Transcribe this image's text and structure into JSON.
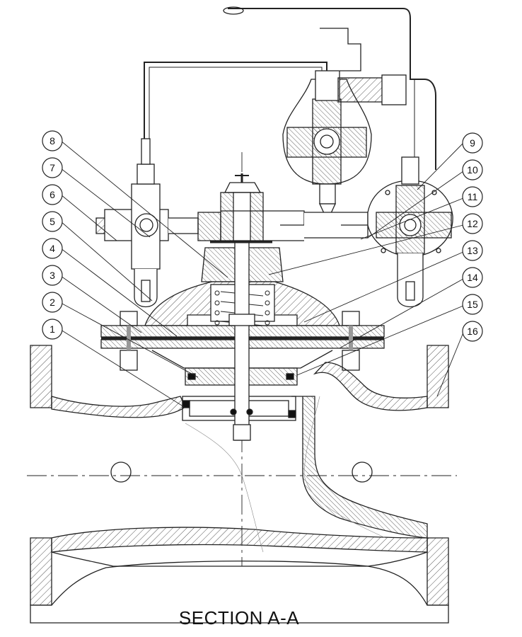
{
  "caption": "SECTION A-A",
  "callouts": {
    "left": [
      "8",
      "7",
      "6",
      "5",
      "4",
      "3",
      "2",
      "1"
    ],
    "right": [
      "9",
      "10",
      "11",
      "12",
      "13",
      "14",
      "15",
      "16"
    ]
  },
  "colors": {
    "line": "#222222",
    "hatch": "#555555",
    "paper": "#ffffff"
  }
}
